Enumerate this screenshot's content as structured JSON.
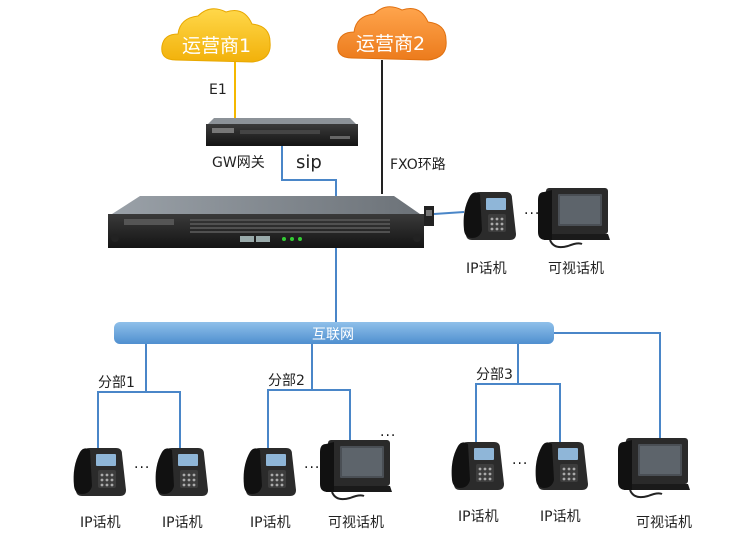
{
  "clouds": {
    "carrier1": "运营商1",
    "carrier2": "运营商2"
  },
  "links": {
    "e1": "E1",
    "sip": "sip",
    "fxo": "FXO环路",
    "gateway": "GW网关"
  },
  "network": {
    "label": "互联网"
  },
  "devices": {
    "ip_phone": "IP话机",
    "video_phone": "可视话机"
  },
  "branches": {
    "branch1": "分部1",
    "branch2": "分部2",
    "branch3": "分部3"
  },
  "ellipsis": "…",
  "ellipsis_small": "...",
  "colors": {
    "line_yellow": "#f5b800",
    "line_blue": "#4a86c8",
    "line_black": "#222222",
    "internet_bar": "#5b9bd5",
    "cloud1": "#f6c21a",
    "cloud2": "#f08a28"
  }
}
